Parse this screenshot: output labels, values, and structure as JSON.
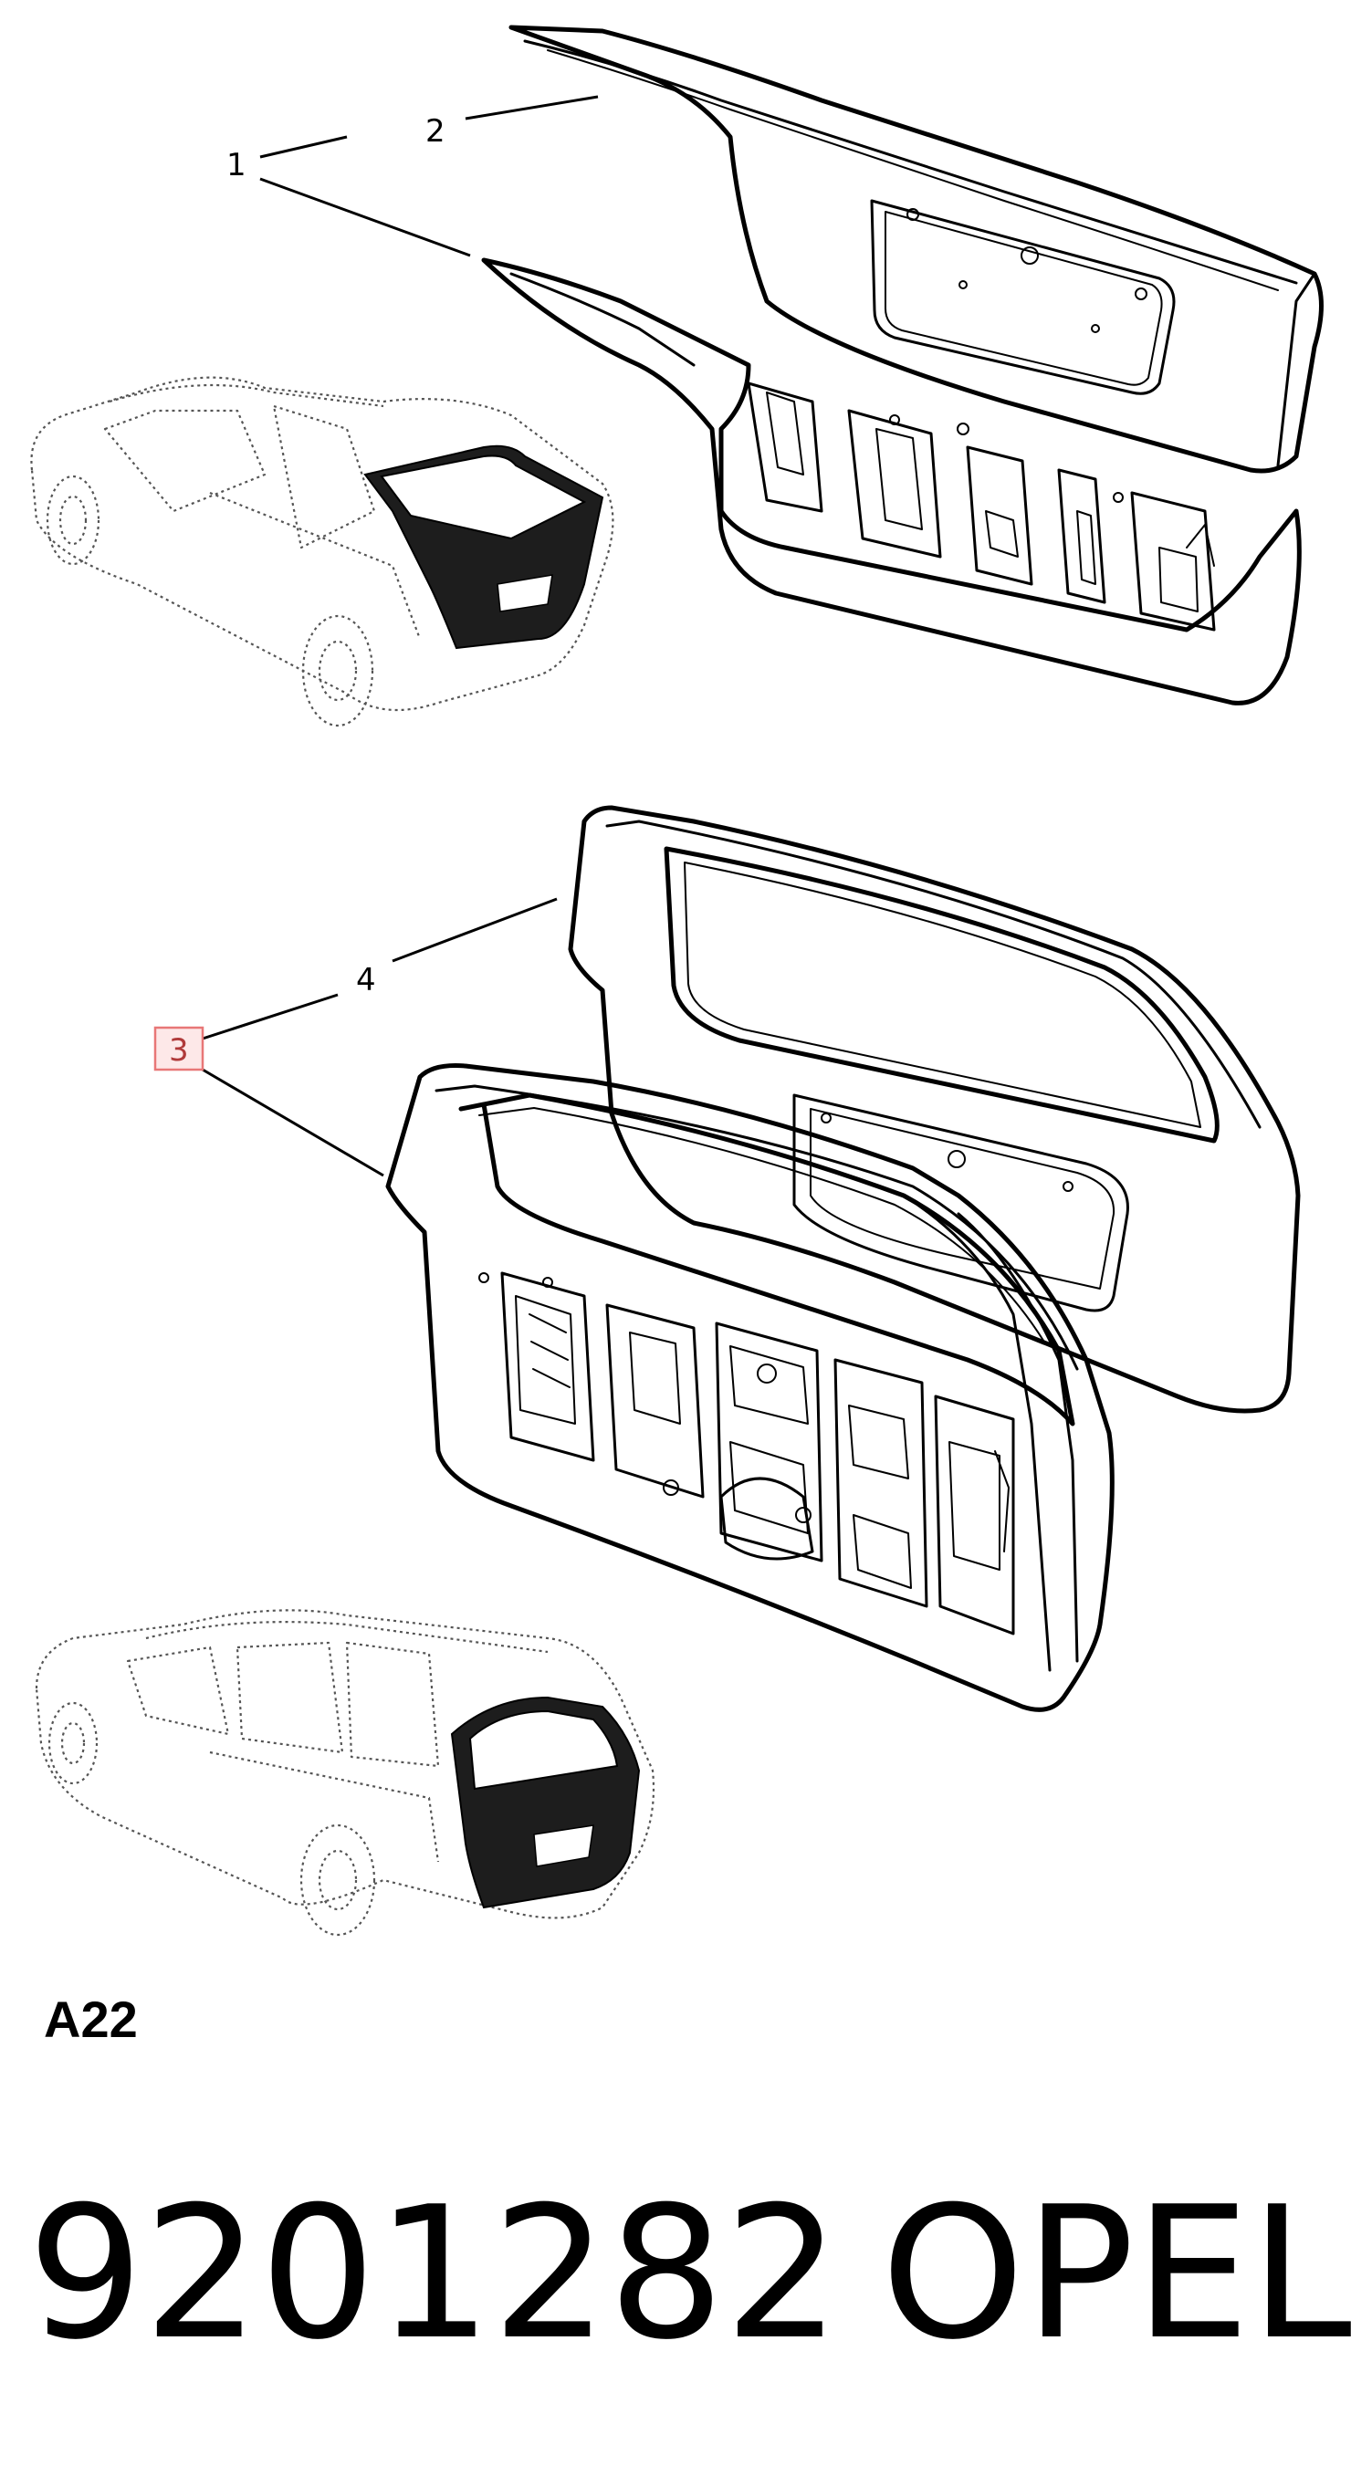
{
  "callouts": [
    {
      "label": "1"
    },
    {
      "label": "2"
    },
    {
      "label": "3",
      "highlighted": true,
      "highlight_color": "#e87777"
    },
    {
      "label": "4"
    }
  ],
  "section_code": "A22",
  "footer": {
    "part_number": "9201282",
    "brand": "OPEL"
  }
}
